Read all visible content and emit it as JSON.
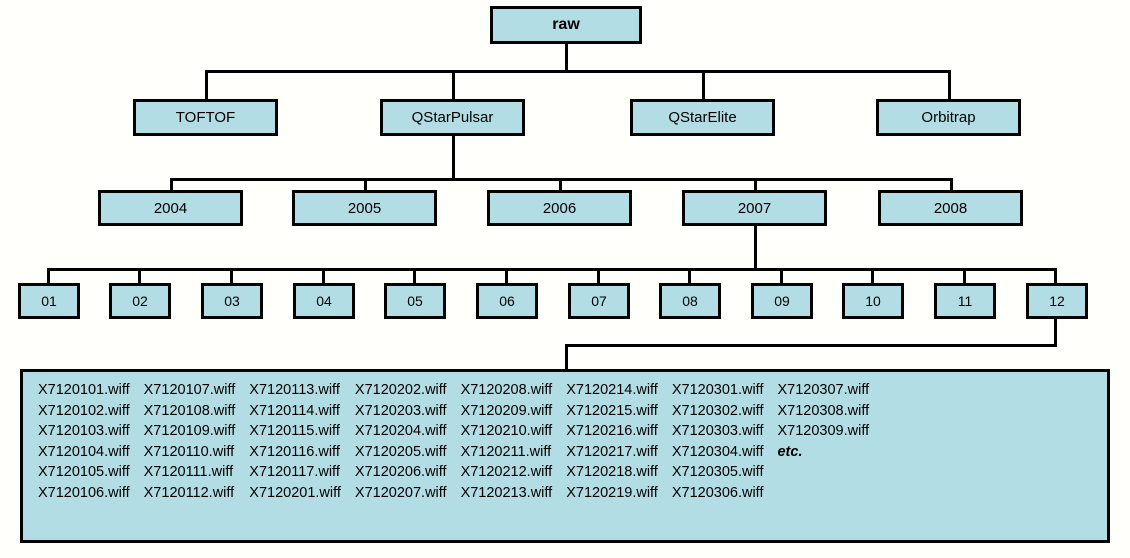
{
  "diagram": {
    "title_node": {
      "label": "raw"
    },
    "instruments": [
      {
        "label": "TOFTOF"
      },
      {
        "label": "QStarPulsar"
      },
      {
        "label": "QStarElite"
      },
      {
        "label": "Orbitrap"
      }
    ],
    "years": [
      {
        "label": "2004"
      },
      {
        "label": "2005"
      },
      {
        "label": "2006"
      },
      {
        "label": "2007"
      },
      {
        "label": "2008"
      }
    ],
    "months": [
      {
        "label": "01"
      },
      {
        "label": "02"
      },
      {
        "label": "03"
      },
      {
        "label": "04"
      },
      {
        "label": "05"
      },
      {
        "label": "06"
      },
      {
        "label": "07"
      },
      {
        "label": "08"
      },
      {
        "label": "09"
      },
      {
        "label": "10"
      },
      {
        "label": "11"
      },
      {
        "label": "12"
      }
    ],
    "files": {
      "columns": [
        {
          "items": [
            "X7120101.wiff",
            "X7120102.wiff",
            "X7120103.wiff",
            "X7120104.wiff",
            "X7120105.wiff",
            "X7120106.wiff"
          ]
        },
        {
          "items": [
            "X7120107.wiff",
            "X7120108.wiff",
            "X7120109.wiff",
            "X7120110.wiff",
            "X7120111.wiff",
            "X7120112.wiff"
          ]
        },
        {
          "items": [
            "X7120113.wiff",
            "X7120114.wiff",
            "X7120115.wiff",
            "X7120116.wiff",
            "X7120117.wiff",
            "X7120201.wiff"
          ]
        },
        {
          "items": [
            "X7120202.wiff",
            "X7120203.wiff",
            "X7120204.wiff",
            "X7120205.wiff",
            "X7120206.wiff",
            "X7120207.wiff"
          ]
        },
        {
          "items": [
            "X7120208.wiff",
            "X7120209.wiff",
            "X7120210.wiff",
            "X7120211.wiff",
            "X7120212.wiff",
            "X7120213.wiff"
          ]
        },
        {
          "items": [
            "X7120214.wiff",
            "X7120215.wiff",
            "X7120216.wiff",
            "X7120217.wiff",
            "X7120218.wiff",
            "X7120219.wiff"
          ]
        },
        {
          "items": [
            "X7120301.wiff",
            "X7120302.wiff",
            "X7120303.wiff",
            "X7120304.wiff",
            "X7120305.wiff",
            "X7120306.wiff"
          ]
        },
        {
          "items": [
            "X7120307.wiff",
            "X7120308.wiff",
            "X7120309.wiff",
            "etc."
          ]
        }
      ]
    },
    "colors": {
      "node_fill": "#b3dde4",
      "node_border": "#000000",
      "background": "#fffffb",
      "text": "#000000"
    }
  }
}
